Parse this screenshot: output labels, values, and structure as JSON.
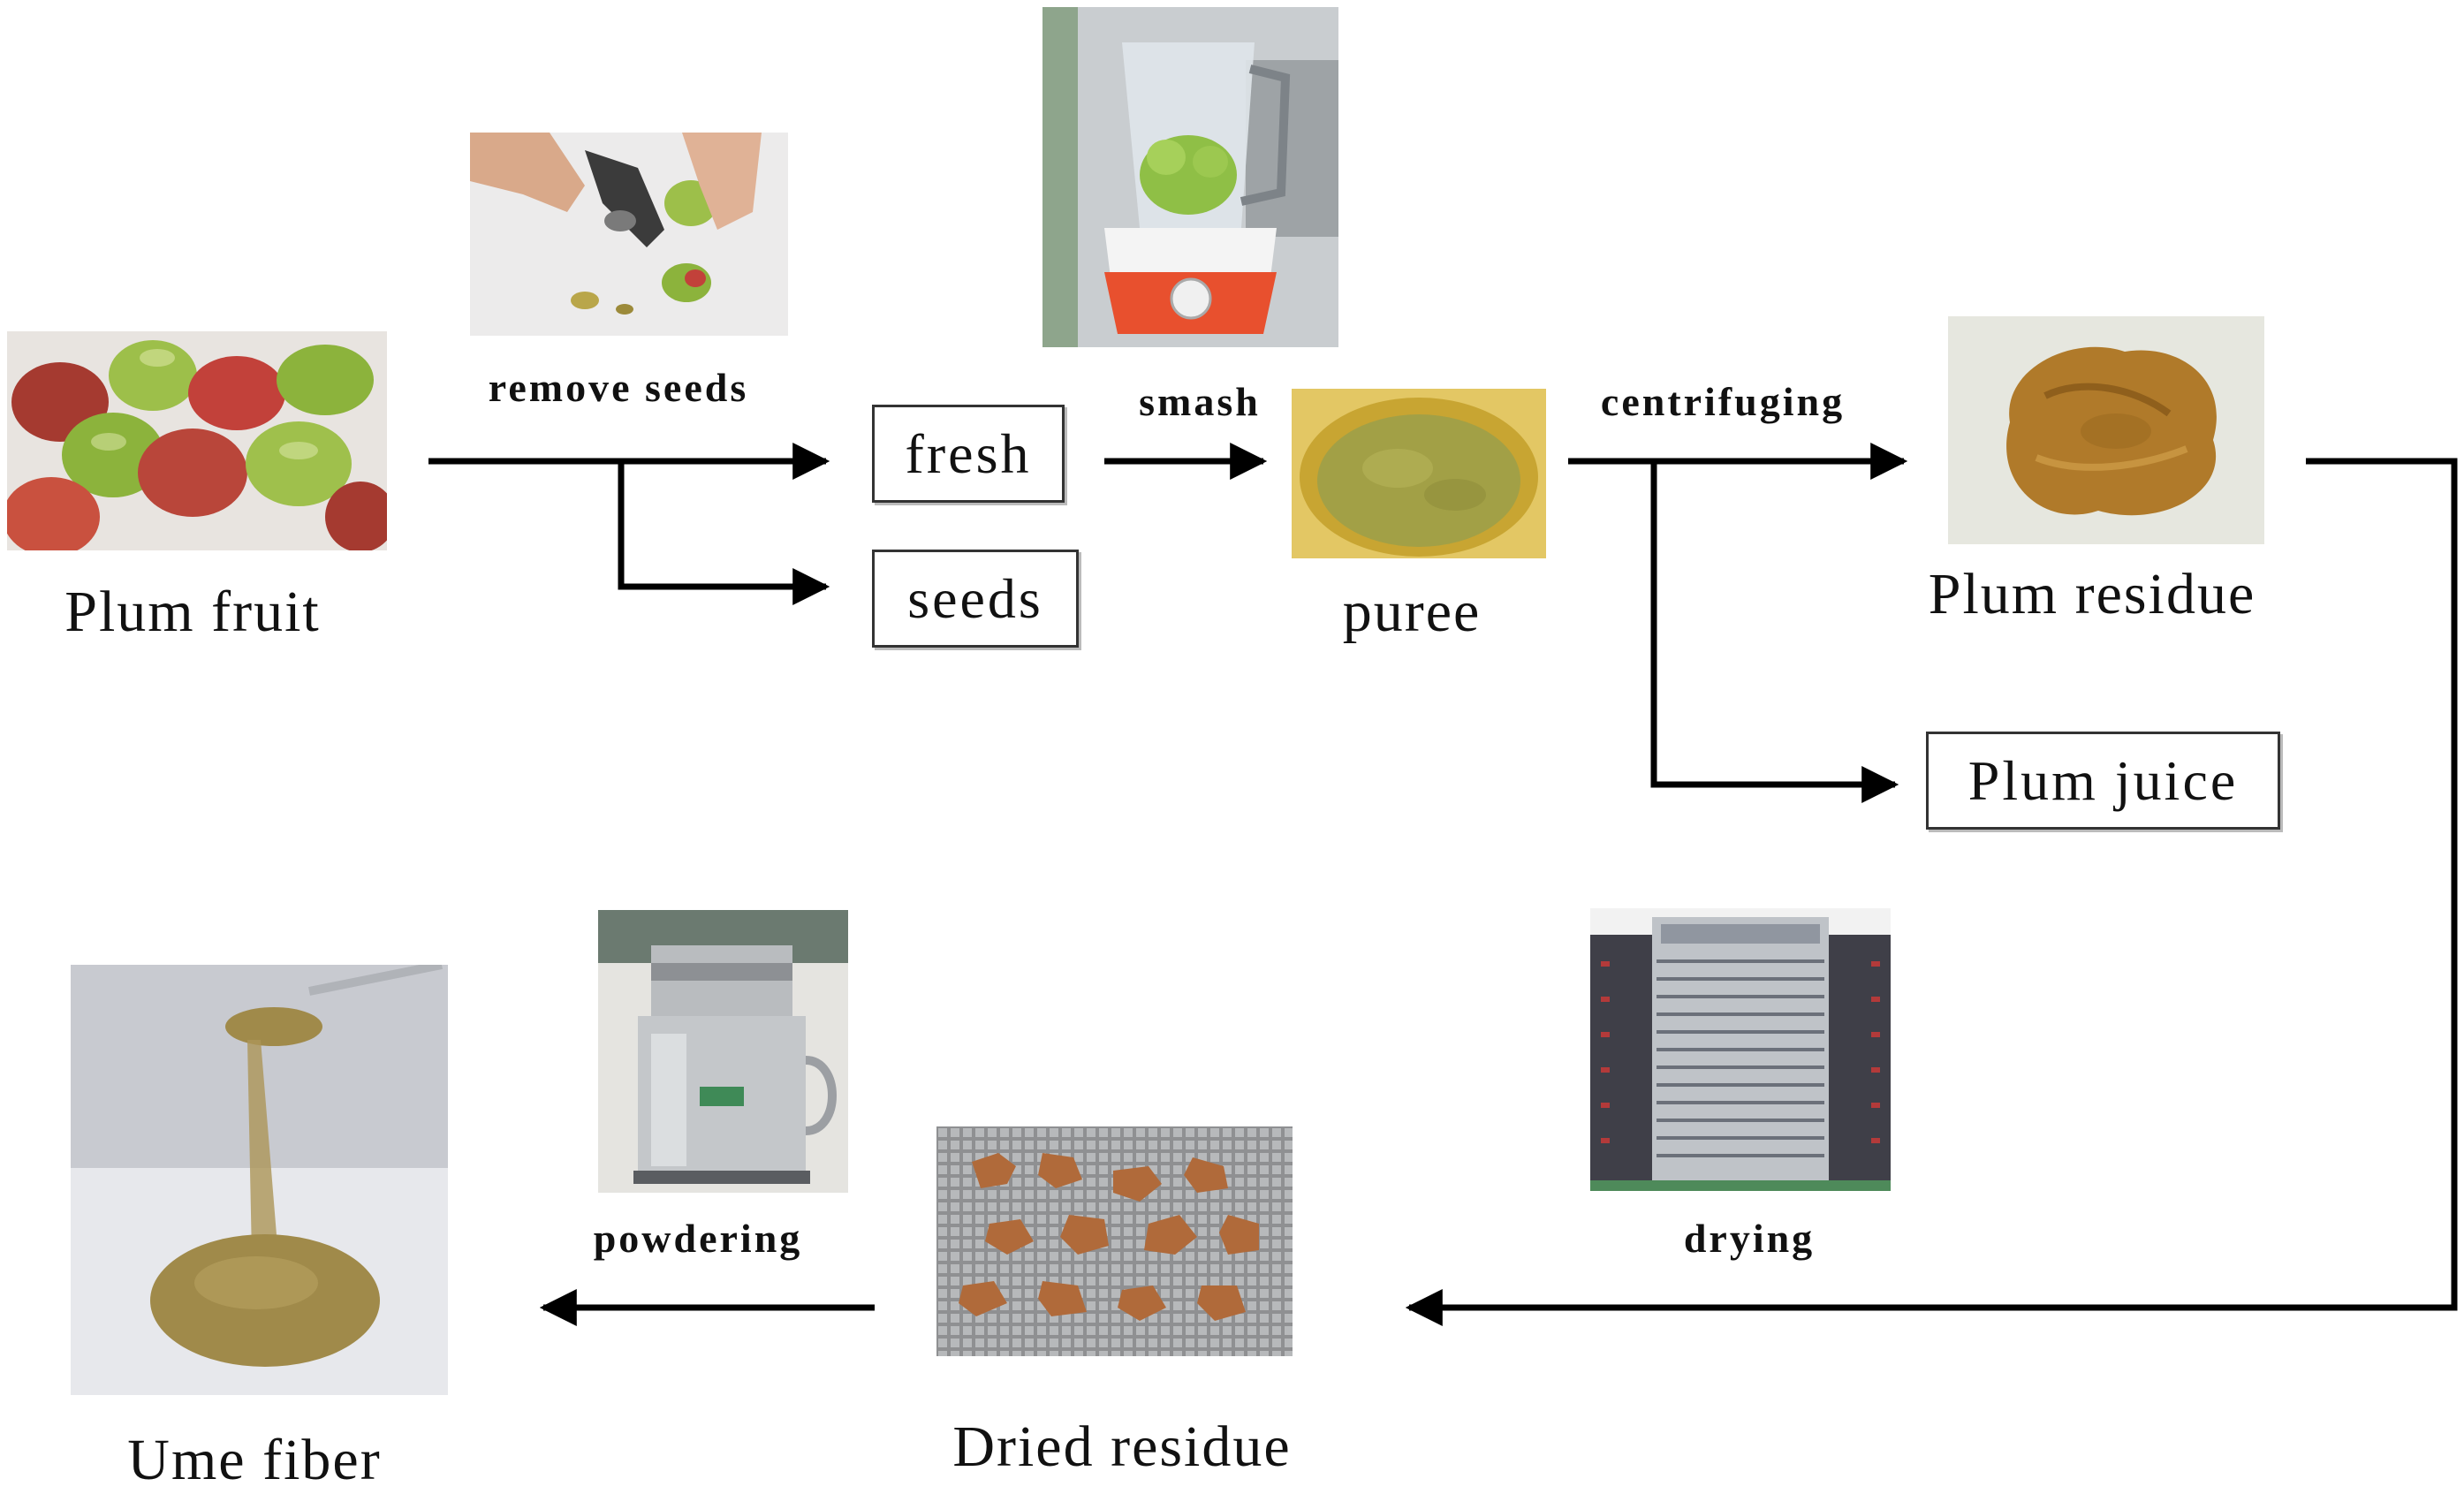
{
  "nodes": {
    "plum_fruit": "Plum fruit",
    "fresh": "fresh",
    "seeds": "seeds",
    "puree": "puree",
    "plum_residue": "Plum residue",
    "plum_juice": "Plum juice",
    "dried_residue": "Dried residue",
    "ume_fiber": "Ume fiber"
  },
  "steps": {
    "remove_seeds": "remove seeds",
    "smash": "smash",
    "centrifuging": "centrifuging",
    "drying": "drying",
    "powdering": "powdering"
  },
  "colors": {
    "arrow": "#000000",
    "box_border": "#333333",
    "plum_green": "#8cb33c",
    "plum_red": "#c2413a",
    "puree": "#a2a046",
    "residue": "#b07a2a",
    "fiber": "#a08a4a"
  }
}
